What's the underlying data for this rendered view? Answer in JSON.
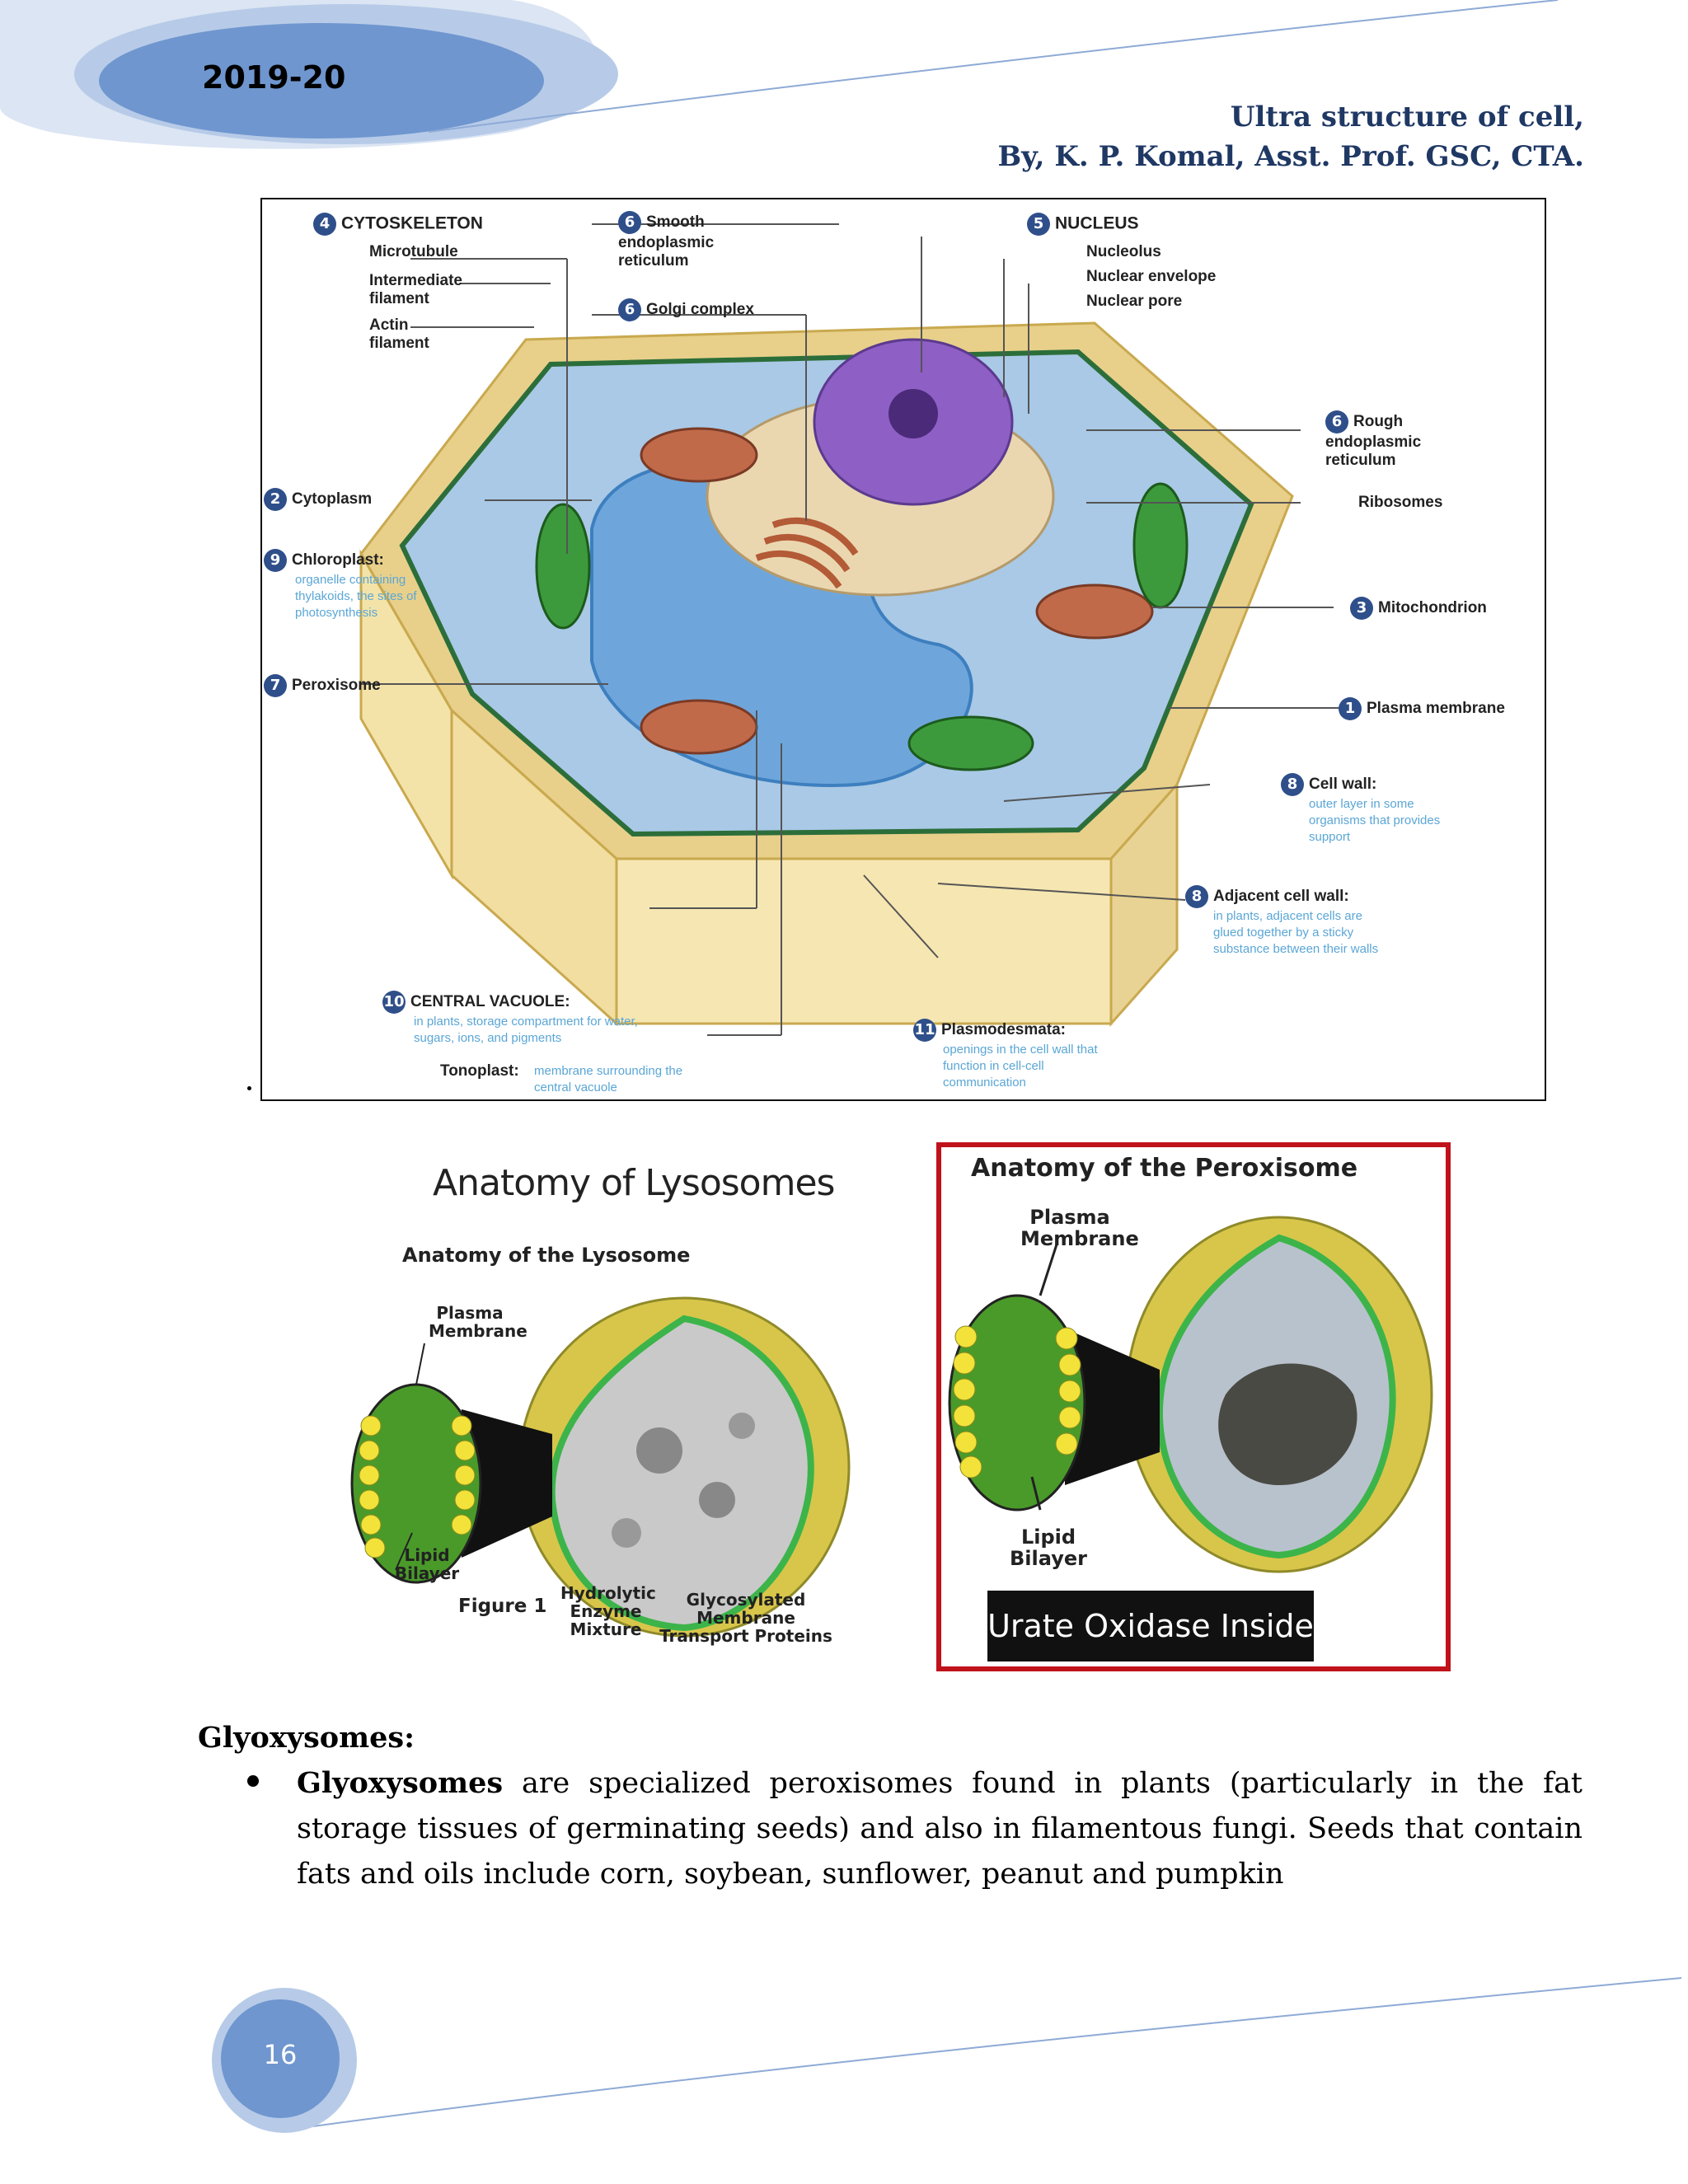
{
  "header": {
    "year": "2019-20",
    "line1": "Ultra structure of cell,",
    "line2": "By, K. P. Komal, Asst. Prof. GSC, CTA."
  },
  "cell_diagram": {
    "labels": {
      "cytoskeleton": "CYTOSKELETON",
      "microtubule": "Microtubule",
      "intermediate": "Intermediate filament",
      "actin": "Actin filament",
      "smooth_er": "Smooth endoplasmic reticulum",
      "golgi": "Golgi complex",
      "nucleus": "NUCLEUS",
      "nucleolus": "Nucleolus",
      "nuclear_envelope": "Nuclear envelope",
      "nuclear_pore": "Nuclear pore",
      "rough_er": "Rough endoplasmic reticulum",
      "ribosomes": "Ribosomes",
      "cytoplasm": "Cytoplasm",
      "chloroplast": "Chloroplast:",
      "chloroplast_desc": "organelle containing thylakoids, the sites of photosynthesis",
      "mitochondrion": "Mitochondrion",
      "peroxisome": "Peroxisome",
      "plasma_membrane": "Plasma membrane",
      "cell_wall": "Cell wall:",
      "cell_wall_desc": "outer layer in some organisms that provides support",
      "adjacent_wall": "Adjacent cell wall:",
      "adjacent_wall_desc": "in plants, adjacent cells are glued together by a sticky substance between their walls",
      "central_vacuole": "CENTRAL VACUOLE:",
      "central_vacuole_desc": "in plants, storage compartment for water, sugars, ions, and pigments",
      "tonoplast": "Tonoplast:",
      "tonoplast_desc": "membrane surrounding the central vacuole",
      "plasmodesmata": "Plasmodesmata:",
      "plasmodesmata_desc": "openings in the cell wall that function in cell-cell communication"
    },
    "numbers": {
      "cytoskeleton": "4",
      "smooth_er": "6",
      "golgi": "6",
      "nucleus": "5",
      "rough_er": "6",
      "cytoplasm": "2",
      "chloroplast": "9",
      "mitochondrion": "3",
      "peroxisome": "7",
      "plasma_membrane": "1",
      "cell_wall": "8",
      "adjacent_wall": "8",
      "central_vacuole": "10",
      "plasmodesmata": "11"
    }
  },
  "lysosome_figure": {
    "title": "Anatomy of Lysosomes",
    "subtitle": "Anatomy of the Lysosome",
    "plasma_membrane": "Plasma Membrane",
    "lipid_bilayer": "Lipid Bilayer",
    "figure_label": "Figure 1",
    "hydrolytic": "Hydrolytic Enzyme Mixture",
    "glycosylated": "Glycosylated Membrane Transport Proteins"
  },
  "peroxisome_figure": {
    "title": "Anatomy of the Peroxisome",
    "plasma_membrane": "Plasma Membrane",
    "lipid_bilayer": "Lipid Bilayer",
    "banner": "Urate Oxidase Inside"
  },
  "section": {
    "heading": "Glyoxysomes:",
    "bullet_bold": "Glyoxysomes",
    "bullet_text": " are  specialized peroxisomes found  in plants (particularly  in  the fat storage tissues of germinating seeds) and also in filamentous fungi. Seeds that contain fats and oils include corn, soybean, sunflower, peanut and pumpkin"
  },
  "footer": {
    "page_number": "16"
  },
  "colors": {
    "header_blue": "#1f3864",
    "deco_blue": "#6f96cf",
    "frame_red": "#c0121b"
  }
}
